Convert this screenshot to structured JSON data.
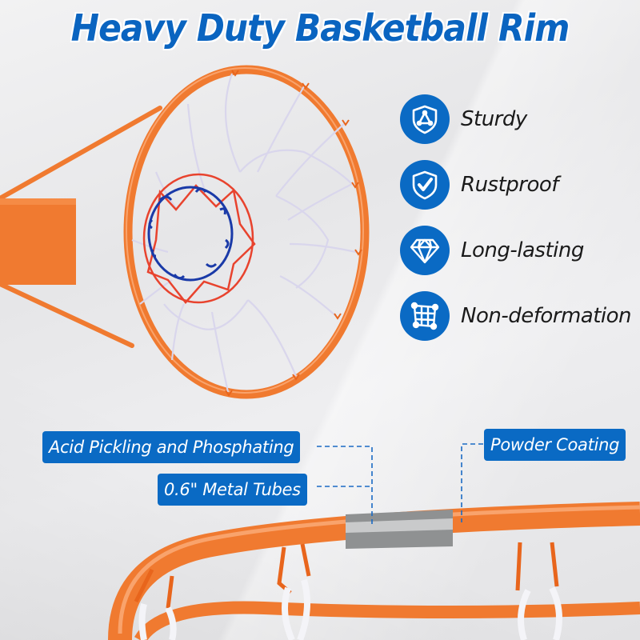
{
  "title": "Heavy Duty Basketball Rim",
  "features": [
    {
      "label": "Sturdy",
      "icon": "shield-triangle-icon"
    },
    {
      "label": "Rustproof",
      "icon": "shield-check-icon"
    },
    {
      "label": "Long-lasting",
      "icon": "diamond-icon"
    },
    {
      "label": "Non-deformation",
      "icon": "grid-frame-icon"
    }
  ],
  "callouts": {
    "acid": "Acid Pickling and Phosphating",
    "tubes": "0.6\" Metal Tubes",
    "powder": "Powder Coating"
  },
  "colors": {
    "accent_blue": "#0a6ac4",
    "rim_orange": "#f07a30",
    "net_red": "#e8432e",
    "net_blue": "#1a3aa8",
    "band_gray": "#8f9192"
  }
}
